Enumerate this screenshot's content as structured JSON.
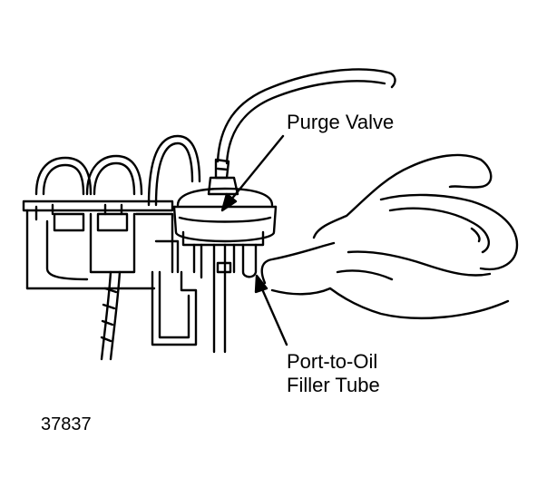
{
  "callouts": {
    "purge_valve": "Purge Valve",
    "port_line1": "Port-to-Oil",
    "port_line2": "Filler Tube"
  },
  "figure_number": "37837",
  "colors": {
    "ink": "#000000",
    "paper": "#ffffff"
  }
}
